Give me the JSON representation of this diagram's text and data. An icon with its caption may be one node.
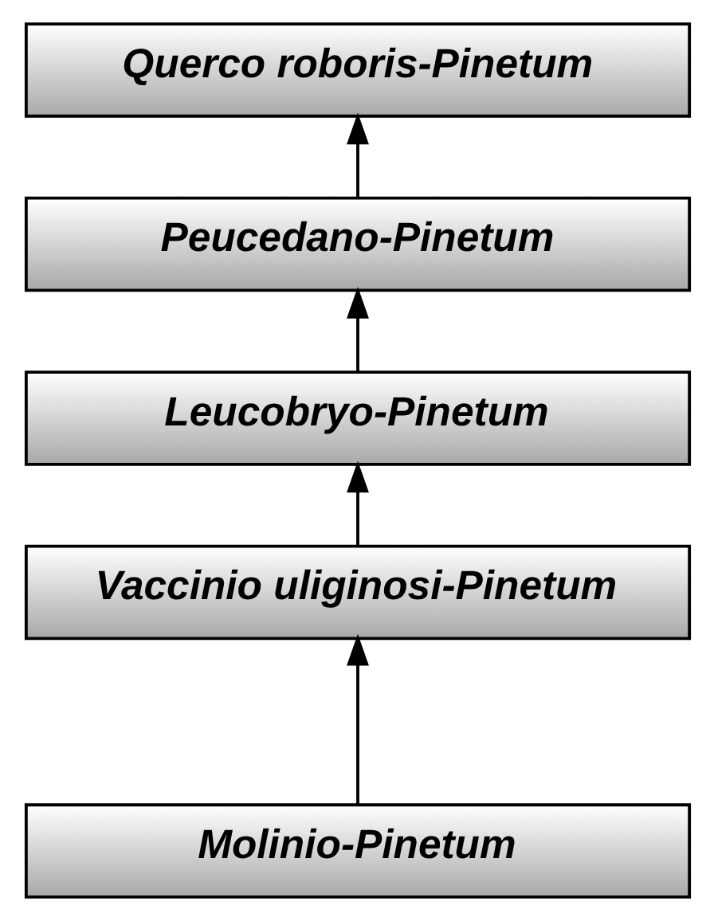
{
  "diagram": {
    "nodes": [
      {
        "text": [
          "Querco roboris-Pinetum"
        ]
      },
      {
        "text": [
          "Peucedano-Pinetum"
        ]
      },
      {
        "text": [
          "Leucobryo-Pinetum"
        ]
      },
      {
        "text": [
          "Vaccinio uliginosi-Pinetum"
        ]
      },
      {
        "text": [
          "Molinio-Pinetum"
        ]
      }
    ],
    "edges": [
      {
        "from": 4,
        "to": 3,
        "arrow": "to"
      },
      {
        "from": 3,
        "to": 2,
        "arrow": "to"
      },
      {
        "from": 2,
        "to": 1,
        "arrow": "to"
      },
      {
        "from": 1,
        "to": 0,
        "arrow": "to"
      }
    ]
  }
}
